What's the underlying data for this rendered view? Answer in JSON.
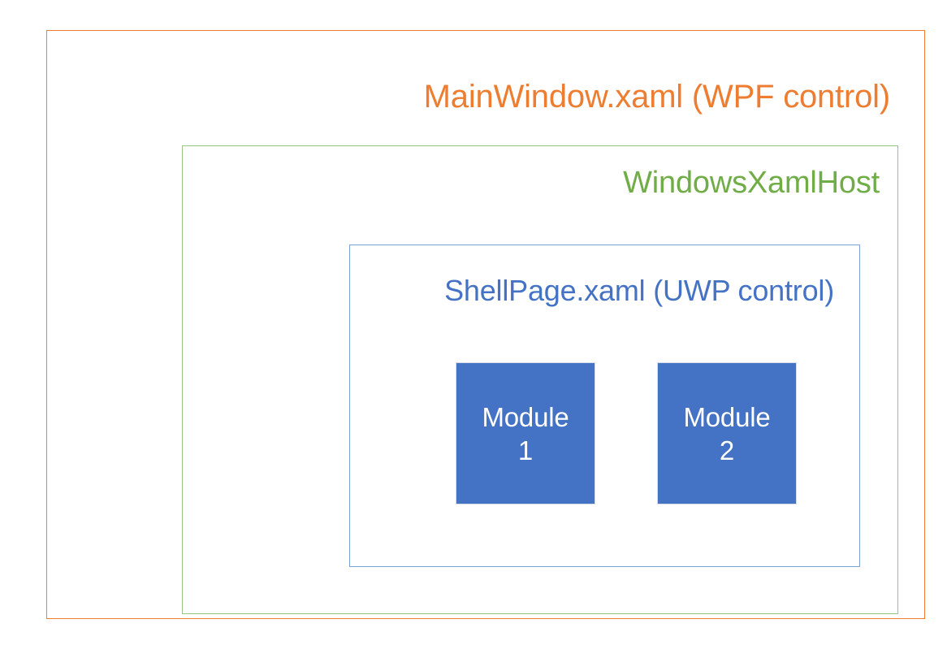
{
  "diagram": {
    "title": "MainWindow.xaml (WPF control)",
    "background_color": "#FFFFFF",
    "layers": {
      "outer": {
        "label": "MainWindow.xaml (WPF control)",
        "border_color": "#ED7D31",
        "text_color": "#ED7D31"
      },
      "middle": {
        "label": "WindowsXamlHost",
        "border_color": "#9CC384",
        "text_color": "#70AD47"
      },
      "inner": {
        "label": "ShellPage.xaml (UWP control)",
        "border_color": "#7BA2D7",
        "text_color": "#4472C4"
      }
    },
    "modules": [
      {
        "name_line1": "Module",
        "name_line2": "1",
        "fill_color": "#4472C4",
        "text_color": "#FFFFFF"
      },
      {
        "name_line1": "Module",
        "name_line2": "2",
        "fill_color": "#4472C4",
        "text_color": "#FFFFFF"
      }
    ]
  }
}
